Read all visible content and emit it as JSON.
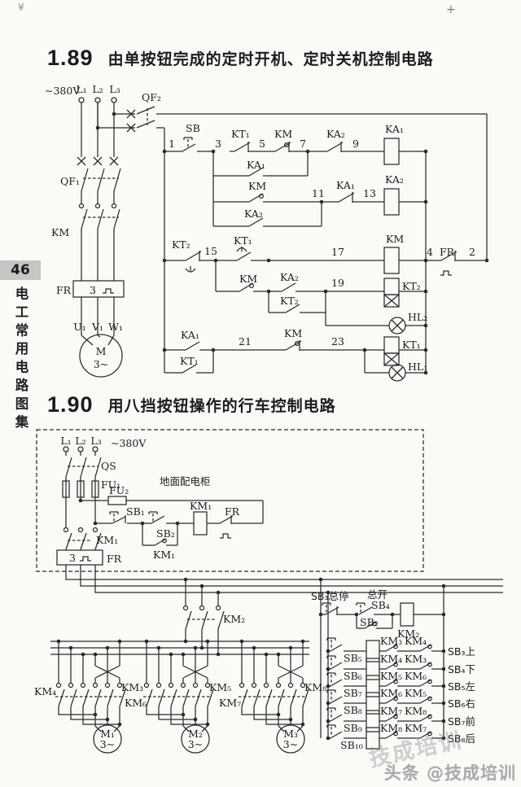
{
  "page": {
    "corner_mark": "¥",
    "crop_mark": "+",
    "number": "46",
    "sidebar_title": "电工常用电路图集",
    "watermark": "头条 @技成培训",
    "watermark_diagonal": "技成培训"
  },
  "s189": {
    "num": "1.89",
    "title": "由单按钮完成的定时开机、定时关机控制电路",
    "labels": {
      "v380": "~380V",
      "l1": "L₁",
      "l2": "L₂",
      "l3": "L₃",
      "qf2": "QF₂",
      "qf1": "QF₁",
      "km_power": "KM",
      "fr_power": "FR",
      "fr_num": "3",
      "u1": "U₁",
      "v1": "V₁",
      "w1": "W₁",
      "motor": "M",
      "motor_ph": "3~",
      "n1": "1",
      "sb": "SB",
      "n3": "3",
      "kt1_nc": "KT₁",
      "n5": "5",
      "km_nc": "KM",
      "n7": "7",
      "ka2_nc": "KA₂",
      "n9": "9",
      "ka1_coil": "KA₁",
      "ka1_no": "KA₁",
      "km_no": "KM",
      "n11": "11",
      "ka1_nc": "KA₁",
      "n13": "13",
      "ka2_coil": "KA₂",
      "ka2_no": "KA₂",
      "kt2_nc": "KT₂",
      "n15": "15",
      "kt1_delay": "KT₁",
      "n17": "17",
      "km_coil": "KM",
      "n4": "4",
      "fr_nc": "FR",
      "n2": "2",
      "km_no2": "KM",
      "ka2_no2": "KA₂",
      "n19": "19",
      "kt2_coil": "KT₂",
      "kt2_no": "KT₂",
      "hl2": "HL₂",
      "ka1_no2": "KA₁",
      "n21": "21",
      "km_nc2": "KM",
      "n23": "23",
      "kt1_coil": "KT₁",
      "kt1_no": "KT₁",
      "hl1": "HL₁"
    }
  },
  "s190": {
    "num": "1.90",
    "title": "用八挡按钮操作的行车控制电路",
    "labels": {
      "l1": "L₁",
      "l2": "L₂",
      "l3": "L₃",
      "v380": "~380V",
      "qs": "QS",
      "fu1": "FU₁",
      "fu2": "FU₂",
      "cabinet": "地面配电柜",
      "sb1": "SB₁",
      "sb2": "SB₂",
      "km1_coil": "KM₁",
      "fr_nc": "FR",
      "km1_aux": "KM₁",
      "km1_main": "KM₁",
      "fr_num": "3",
      "fr_box": "FR",
      "km2_main": "KM₂",
      "master_stop": "SB₃总停",
      "master_on": "总开",
      "sb4": "SB₄",
      "sb2_hold": "SB₂",
      "km2_coil": "KM₂",
      "g1_left": "KM₄",
      "g1_right": "KM₃",
      "g2_left": "KM₆",
      "g2_right": "KM₅",
      "g3_left": "KM₇",
      "g3_right": "KM₈",
      "m1": "M₁",
      "m2": "M₂",
      "m3": "M₃",
      "ph1": "3~",
      "ph2": "3~",
      "ph3": "3~"
    },
    "rows": [
      {
        "btn": "SB₅",
        "coil": "KM₃",
        "itl": "KM₄",
        "term": "SB₃上"
      },
      {
        "btn": "SB₆",
        "coil": "KM₄",
        "itl": "KM₃",
        "term": "SB₄下"
      },
      {
        "btn": "SB₇",
        "coil": "KM₅",
        "itl": "KM₆",
        "term": "SB₅左"
      },
      {
        "btn": "SB₈",
        "coil": "KM₆",
        "itl": "KM₅",
        "term": "SB₆右"
      },
      {
        "btn": "SB₉",
        "coil": "KM₇",
        "itl": "KM₈",
        "term": "SB₇前"
      },
      {
        "btn": "SB₁₀",
        "coil": "KM₈",
        "itl": "KM₇",
        "term": "SB₈后"
      }
    ]
  }
}
